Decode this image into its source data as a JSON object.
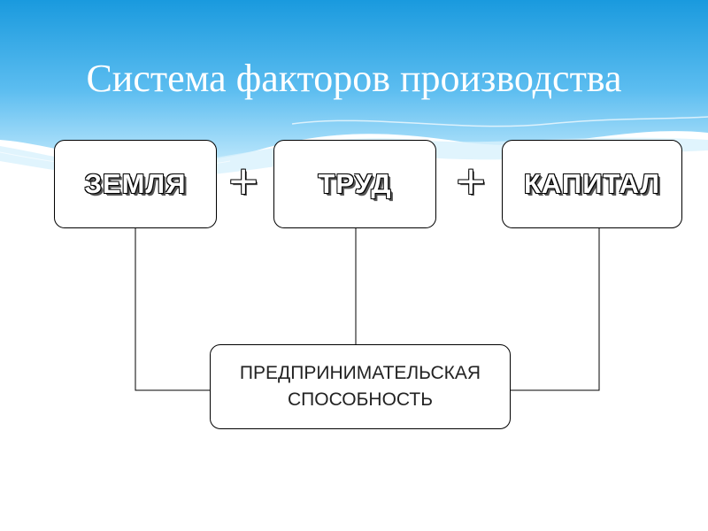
{
  "title": "Система факторов производства",
  "factors": [
    {
      "label": "ЗЕМЛЯ"
    },
    {
      "label": "ТРУД"
    },
    {
      "label": "КАПИТАЛ"
    }
  ],
  "operators": [
    "+",
    "+"
  ],
  "entrepreneurship": {
    "line1": "ПРЕДПРИНИМАТЕЛЬСКАЯ",
    "line2": "СПОСОБНОСТЬ"
  },
  "colors": {
    "header_gradient_top": "#1e9fe0",
    "header_gradient_bottom": "#b4e4fb",
    "box_border": "#000000"
  }
}
